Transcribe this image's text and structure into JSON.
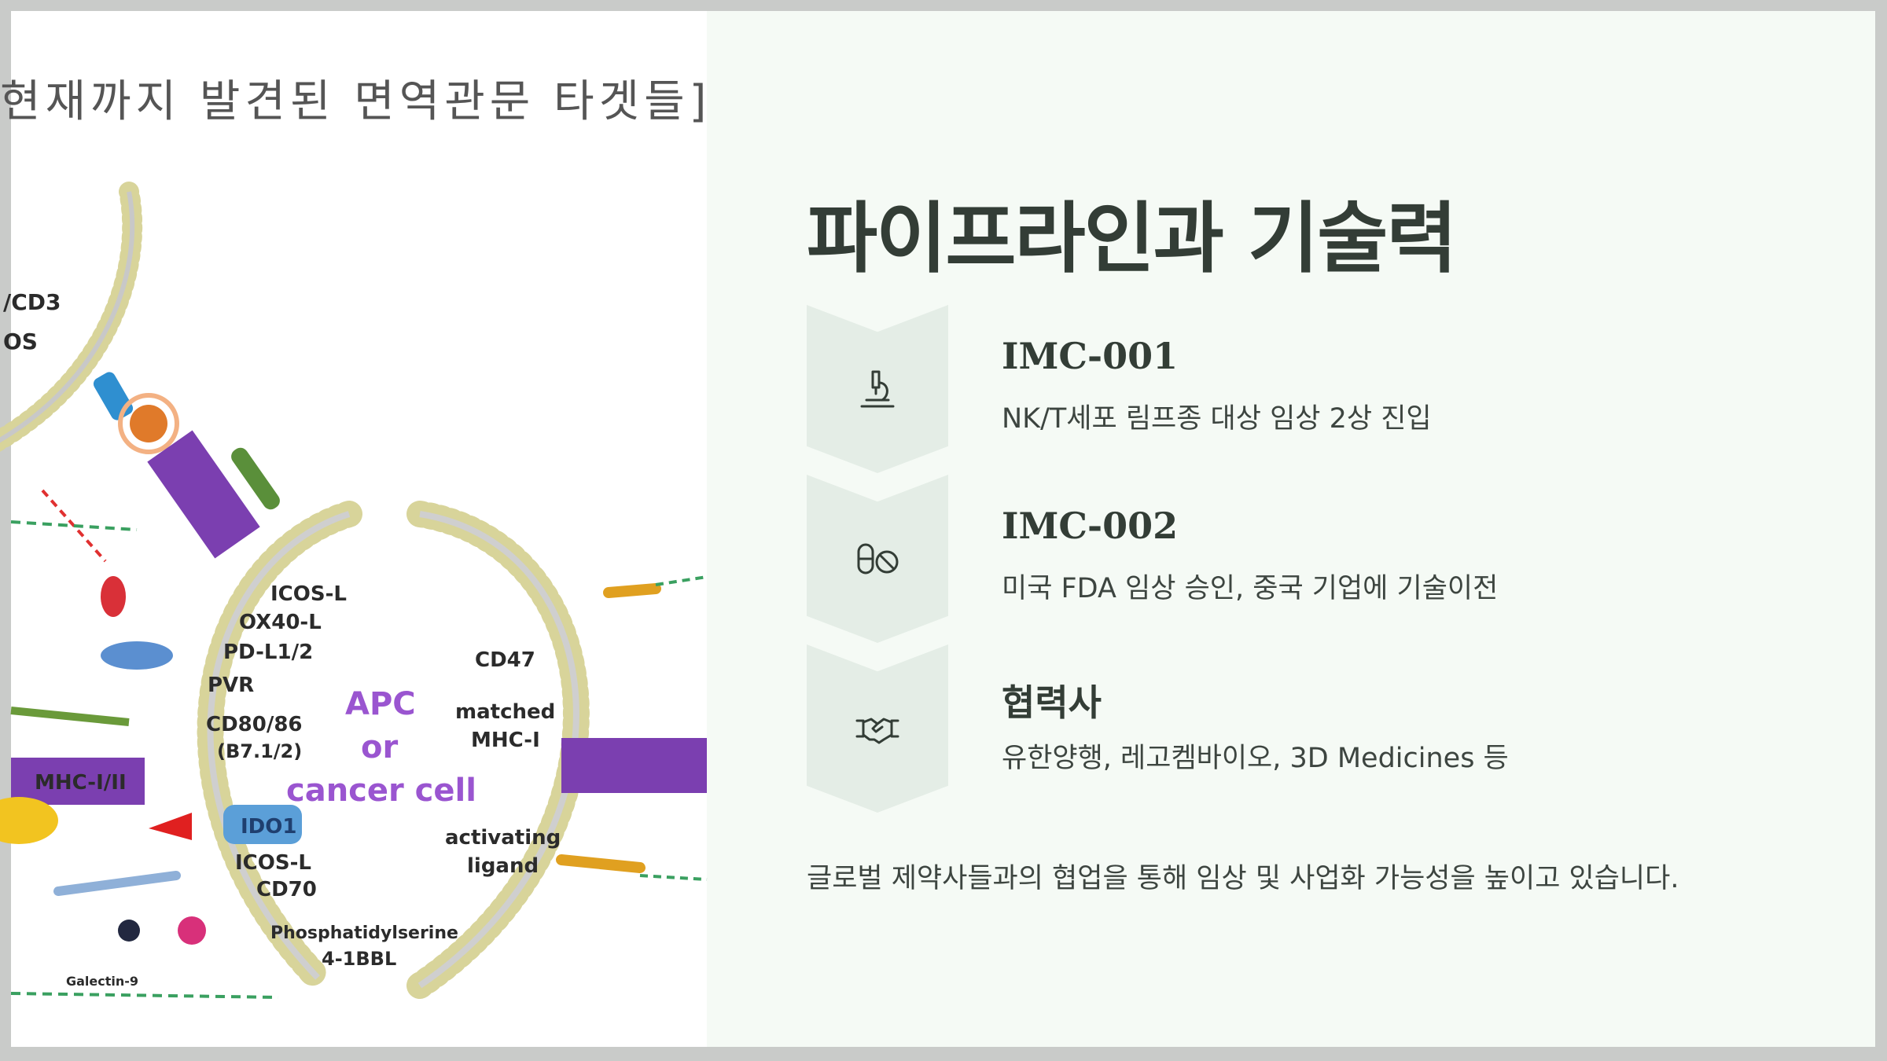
{
  "image_panel": {
    "heading": "현재까지 발견된 면역관문 타겟들]",
    "labels": {
      "cd3": "/CD3",
      "os": "OS",
      "icos_l": "ICOS-L",
      "ox40_l": "OX40-L",
      "pd_l1_2": "PD-L1/2",
      "pvr": "PVR",
      "cd80_86": "CD80/86",
      "b7": "(B7.1/2)",
      "mhc": "MHC-I/II",
      "ido1": "IDO1",
      "icos_l2": "ICOS-L",
      "cd70": "CD70",
      "phosphatidylserine": "Phosphatidylserine",
      "bbl": "4-1BBL",
      "galectin": "Galectin-9",
      "cd47": "CD47",
      "matched": "matched",
      "mhc_i": "MHC-I",
      "activating": "activating",
      "ligand": "ligand",
      "apc": "APC",
      "or": "or",
      "cancer_cell": "cancer cell"
    }
  },
  "title": "파이프라인과 기술력",
  "steps": [
    {
      "icon": "microscope-icon",
      "title": "IMC-001",
      "desc": "NK/T세포 림프종 대상 임상 2상 진입"
    },
    {
      "icon": "pills-icon",
      "title": "IMC-002",
      "desc": "미국 FDA 임상 승인, 중국 기업에 기술이전"
    },
    {
      "icon": "handshake-icon",
      "title": "협력사",
      "desc": "유한양행, 레고켐바이오, 3D Medicines 등"
    }
  ],
  "summary": "글로벌 제약사들과의 협업을 통해 임상 및 사업화 가능성을 높이고 있습니다.",
  "colors": {
    "accent": "#333d36",
    "chevron": "#e4ede6",
    "background": "#f5faf5"
  }
}
